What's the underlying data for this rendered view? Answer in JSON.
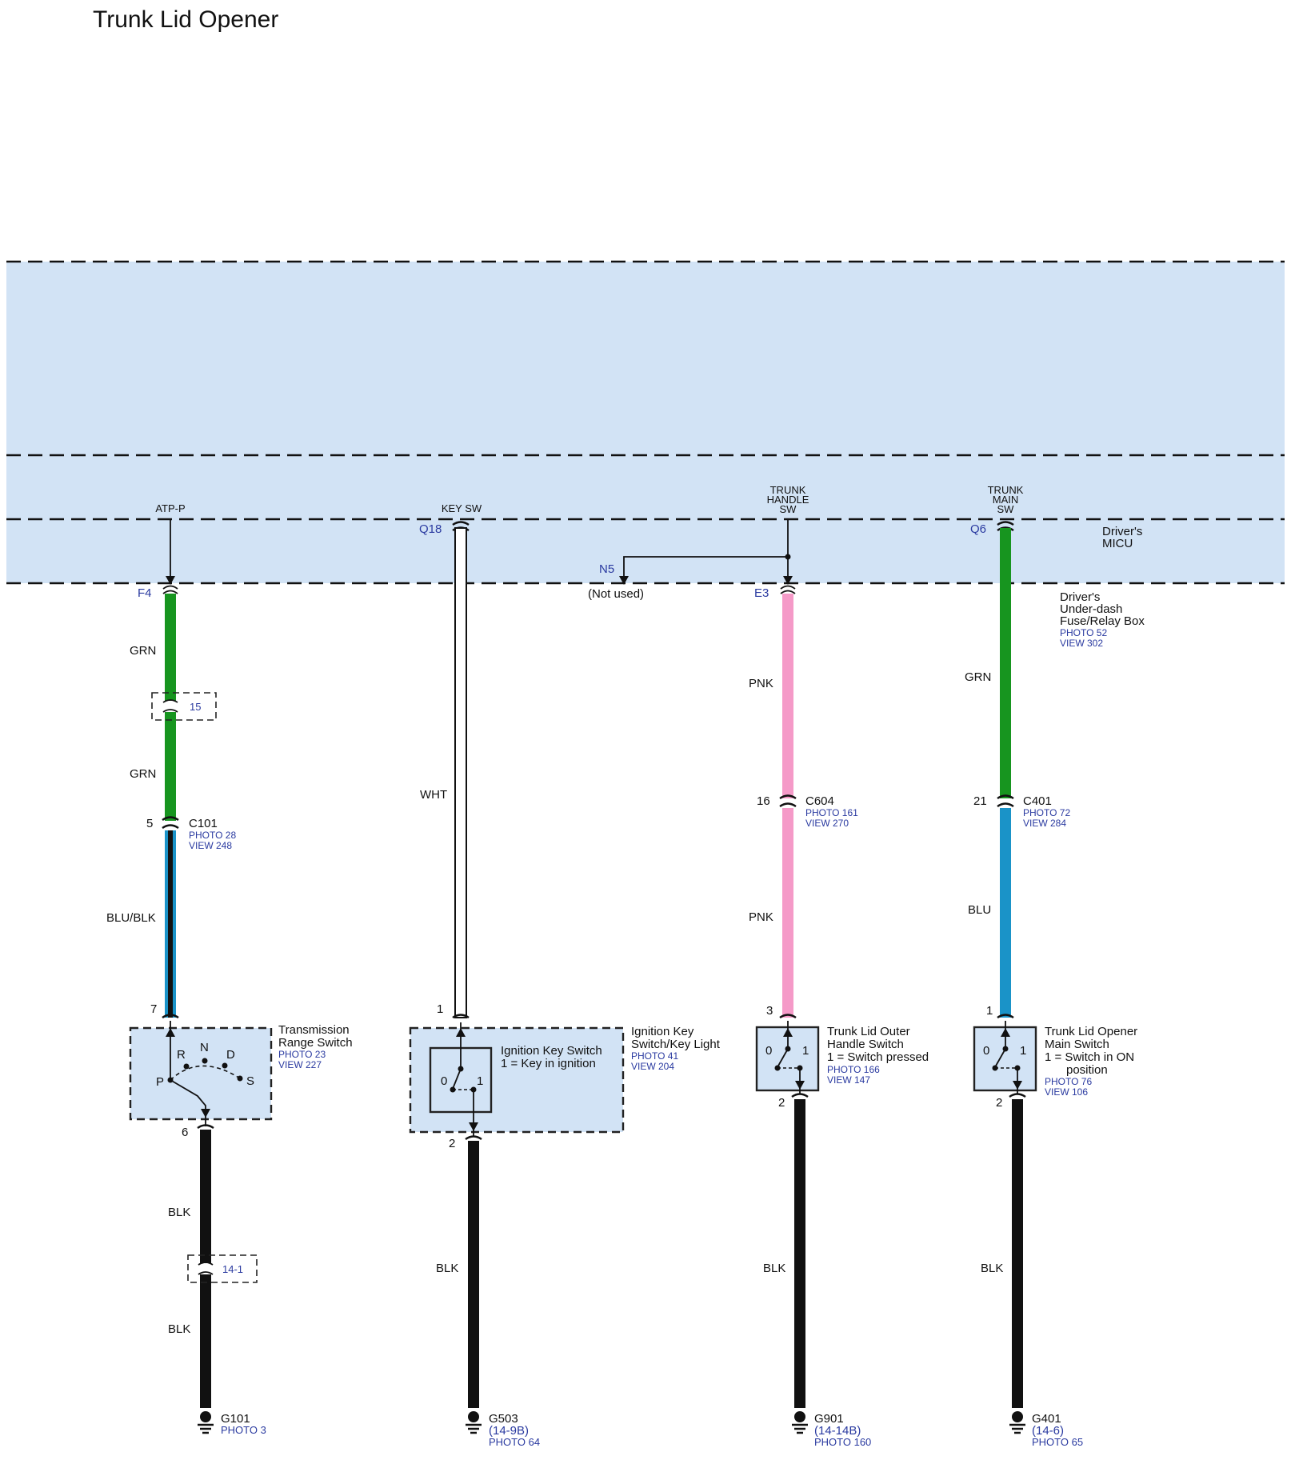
{
  "title": "Trunk Lid Opener",
  "micu": {
    "label_line1": "Driver's",
    "label_line2": "MICU",
    "pins": [
      {
        "signal": "ATP-P",
        "terminal": "F4"
      },
      {
        "signal": "KEY SW",
        "terminal": "Q18"
      },
      {
        "signal_lines": [
          "TRUNK",
          "HANDLE",
          "SW"
        ],
        "terminal": "E3"
      },
      {
        "signal_lines": [
          "TRUNK",
          "MAIN",
          "SW"
        ],
        "terminal": "Q6"
      }
    ],
    "unused_terminal": "N5",
    "unused_text": "(Not used)"
  },
  "fuse_box": {
    "line1": "Driver's",
    "line2": "Under-dash",
    "line3": "Fuse/Relay Box",
    "photo": "PHOTO 52",
    "view": "VIEW 302"
  },
  "wires": {
    "grn": "GRN",
    "blu_blk": "BLU/BLK",
    "wht": "WHT",
    "pnk": "PNK",
    "blu": "BLU",
    "blk": "BLK"
  },
  "wire_colors": {
    "grn": "#17951f",
    "blu": "#1a93c8",
    "pnk": "#f59ac8",
    "blk": "#111111",
    "wht": "#ffffff"
  },
  "inline_connectors": [
    {
      "label": "15"
    },
    {
      "label": "14-1"
    }
  ],
  "connectors": [
    {
      "name": "C101",
      "pin": "5",
      "photo": "PHOTO 28",
      "view": "VIEW 248"
    },
    {
      "name": "C604",
      "pin": "16",
      "photo": "PHOTO 161",
      "view": "VIEW 270"
    },
    {
      "name": "C401",
      "pin": "21",
      "photo": "PHOTO 72",
      "view": "VIEW 284"
    }
  ],
  "components": {
    "trans_range": {
      "line1": "Transmission",
      "line2": "Range Switch",
      "photo": "PHOTO 23",
      "view": "VIEW 227",
      "pin_in": "7",
      "pin_out": "6",
      "positions": [
        "P",
        "R",
        "N",
        "D",
        "S"
      ]
    },
    "ignition": {
      "line1": "Ignition Key",
      "line2": "Switch/Key Light",
      "photo": "PHOTO 41",
      "view": "VIEW 204",
      "inner_line1": "Ignition Key Switch",
      "inner_line2": "1 = Key in ignition",
      "pin_in": "1",
      "pin_out": "2",
      "pos0": "0",
      "pos1": "1"
    },
    "outer_handle": {
      "line1": "Trunk Lid Outer",
      "line2": "Handle Switch",
      "line3": "1 = Switch pressed",
      "photo": "PHOTO 166",
      "view": "VIEW 147",
      "pin_in": "3",
      "pin_out": "2",
      "pos0": "0",
      "pos1": "1"
    },
    "main_switch": {
      "line1": "Trunk Lid Opener",
      "line2": "Main Switch",
      "line3": "1 = Switch in ON",
      "line4": "position",
      "photo": "PHOTO 76",
      "view": "VIEW 106",
      "pin_in": "1",
      "pin_out": "2",
      "pos0": "0",
      "pos1": "1"
    }
  },
  "grounds": [
    {
      "name": "G101",
      "ref": "",
      "photo": "PHOTO 3"
    },
    {
      "name": "G503",
      "ref": "(14-9B)",
      "photo": "PHOTO 64"
    },
    {
      "name": "G901",
      "ref": "(14-14B)",
      "photo": "PHOTO 160"
    },
    {
      "name": "G401",
      "ref": "(14-6)",
      "photo": "PHOTO 65"
    }
  ]
}
